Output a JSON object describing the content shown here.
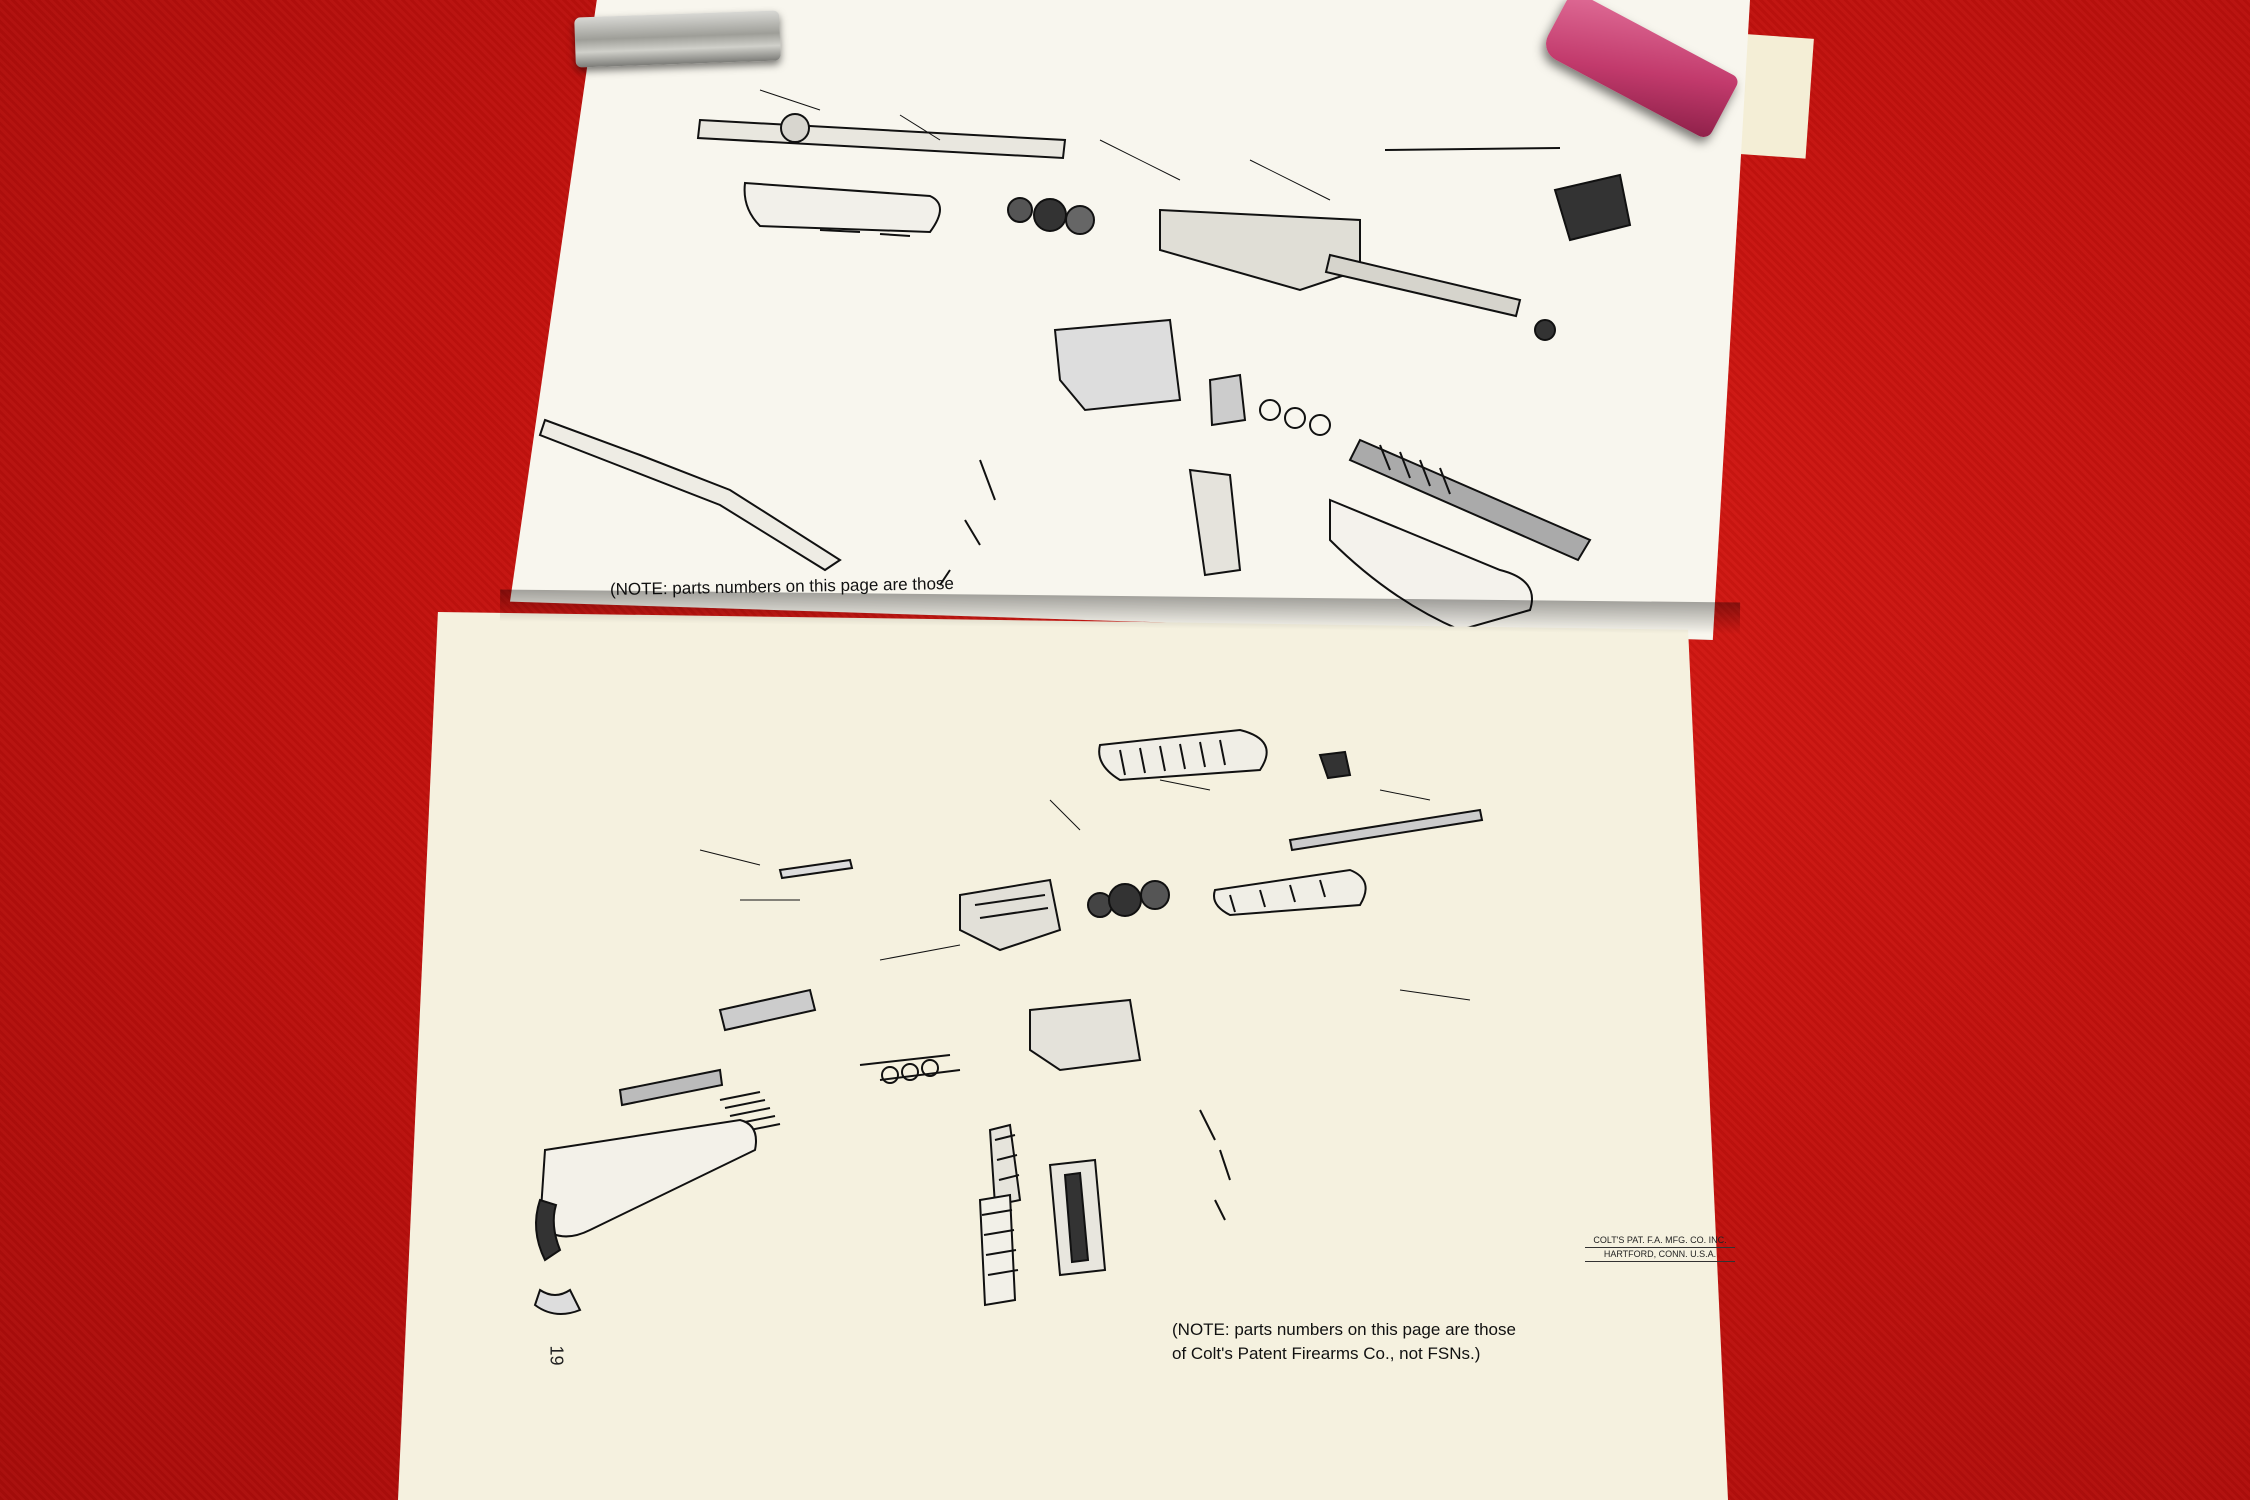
{
  "top_page": {
    "note": "(NOTE: parts numbers on this page are those"
  },
  "bottom_page": {
    "note_line1": "(NOTE: parts numbers on this page are those",
    "note_line2": "of Colt's Patent Firearms Co., not FSNs.)",
    "maker_line1": "COLT'S PAT. F.A. MFG. CO. INC.",
    "maker_line2": "HARTFORD, CONN. U.S.A.",
    "page_number": "19"
  },
  "colors": {
    "table": "#c4120e",
    "paper": "#f5f1df",
    "ink": "#111111",
    "clip_pink": "#c23a6c",
    "clip_steel": "#b0b0aa"
  }
}
